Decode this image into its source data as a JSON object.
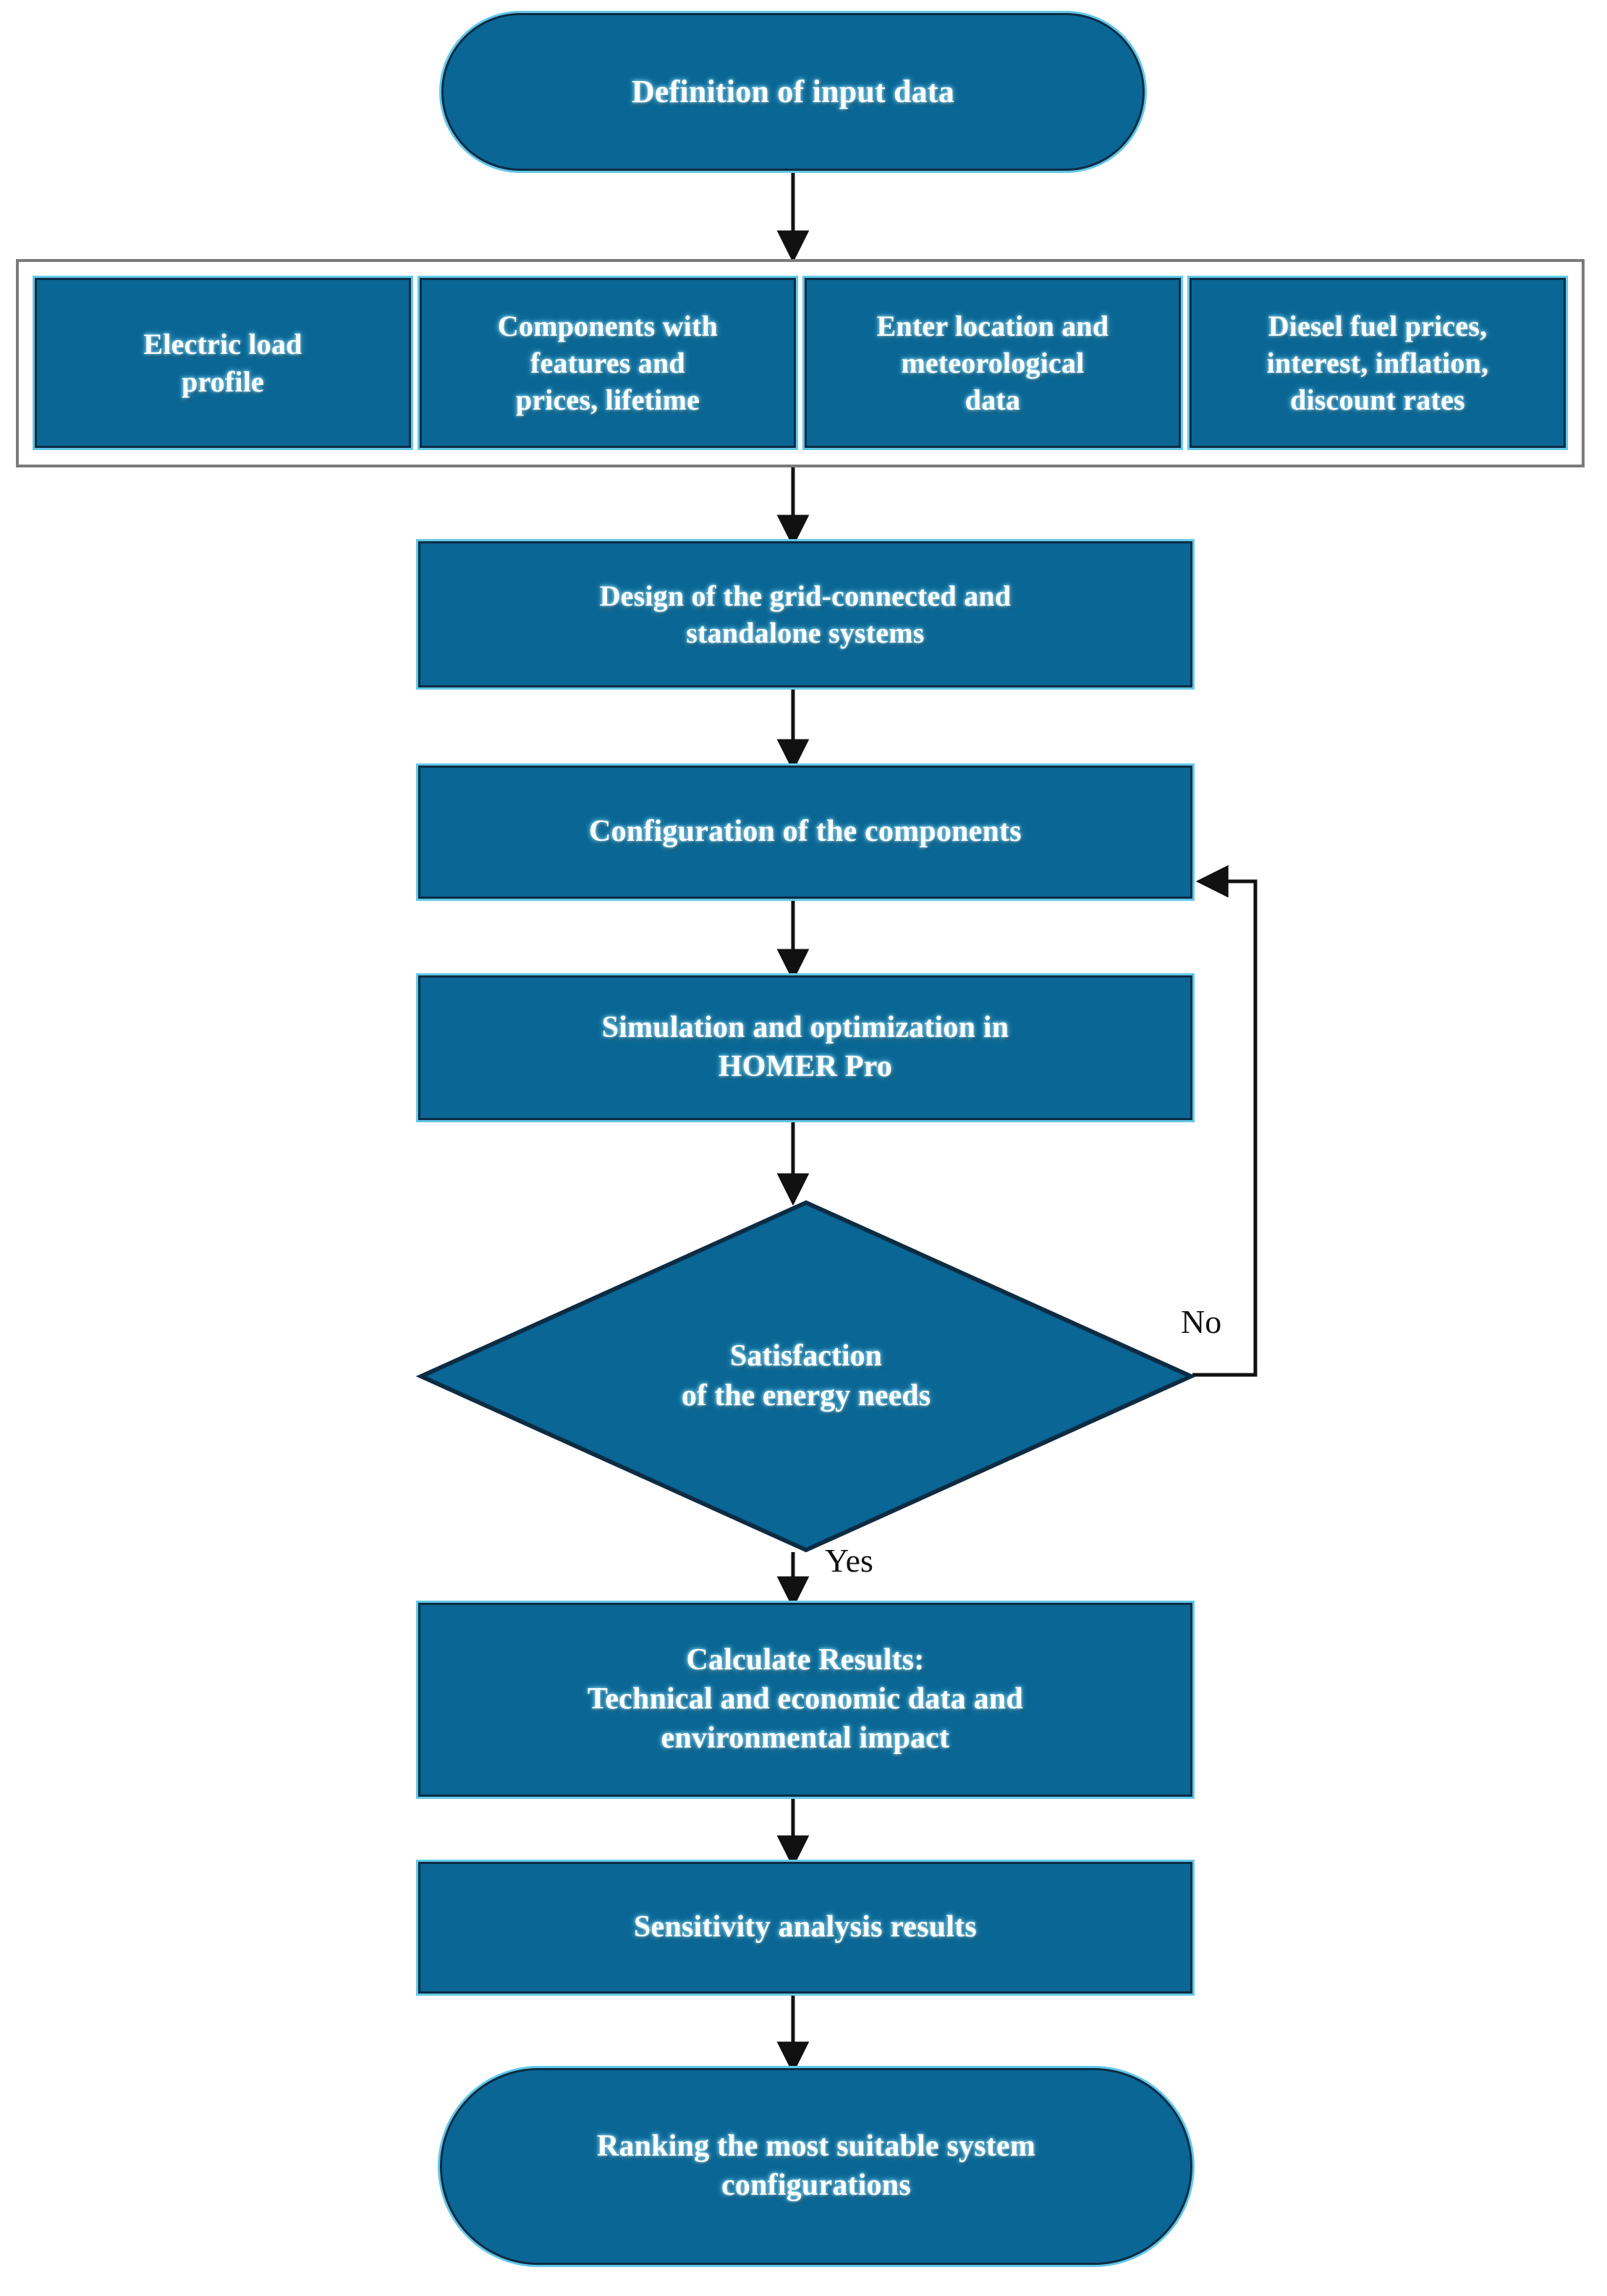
{
  "diagram": {
    "title": "HOMER Pro hybrid system design methodology flowchart",
    "accent_blue": "#0a6694",
    "border_navy": "#0d2c44",
    "glow_cyan": "#63c8e8",
    "frame_gray": "#7b7b7b",
    "text_white": "#ffffff",
    "edge_black": "#111111"
  },
  "nodes": {
    "start": {
      "label": "Definition of input data",
      "shape": "terminator"
    },
    "inputs": [
      {
        "label": "Electric load\nprofile",
        "shape": "process"
      },
      {
        "label": "Components with\nfeatures and\nprices, lifetime",
        "shape": "process"
      },
      {
        "label": "Enter location and\nmeteorological\ndata",
        "shape": "process"
      },
      {
        "label": "Diesel fuel prices,\ninterest, inflation,\ndiscount rates",
        "shape": "process"
      }
    ],
    "design": {
      "label": "Design of the grid-connected and\nstandalone systems",
      "shape": "process"
    },
    "configuration": {
      "label": "Configuration of the components",
      "shape": "process"
    },
    "simulation": {
      "label": "Simulation and optimization in\nHOMER Pro",
      "shape": "process"
    },
    "decision": {
      "label": "Satisfaction\nof the energy needs",
      "shape": "diamond"
    },
    "calculate": {
      "label": "Calculate Results:\nTechnical and economic data and\nenvironmental impact",
      "shape": "process"
    },
    "sensitivity": {
      "label": "Sensitivity analysis results",
      "shape": "process"
    },
    "end": {
      "label": "Ranking the most suitable system\nconfigurations",
      "shape": "terminator"
    }
  },
  "edge_labels": {
    "no": "No",
    "yes": "Yes"
  }
}
